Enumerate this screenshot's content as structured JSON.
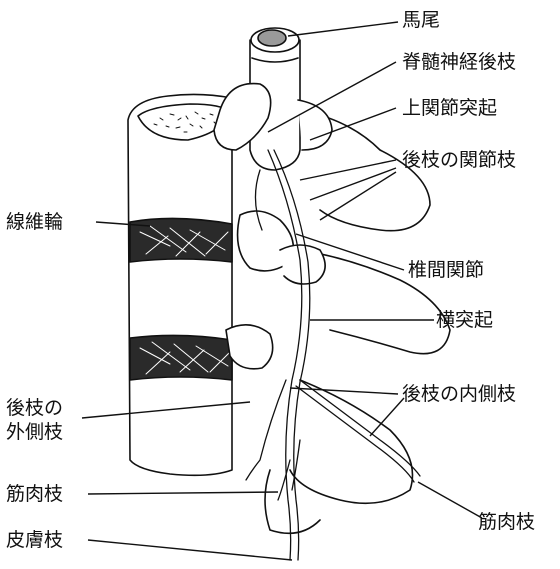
{
  "labels": {
    "cauda_equina": "馬尾",
    "spinal_nerve_dorsal_ramus": "脊髄神経後枝",
    "superior_articular_process": "上関節突起",
    "articular_branch": "後枝の関節枝",
    "annulus_fibrosus": "線維輪",
    "facet_joint": "椎間関節",
    "transverse_process": "横突起",
    "lateral_branch_line1": "後枝の",
    "lateral_branch_line2": "外側枝",
    "medial_branch": "後枝の内側枝",
    "muscular_branch_left": "筋肉枝",
    "muscular_branch_right": "筋肉枝",
    "cutaneous_branch": "皮膚枝"
  },
  "colors": {
    "line": "#111111",
    "disc_fill": "#2a2a2a",
    "bone_fill": "#ffffff",
    "canal_fill": "#9a9a9a"
  }
}
